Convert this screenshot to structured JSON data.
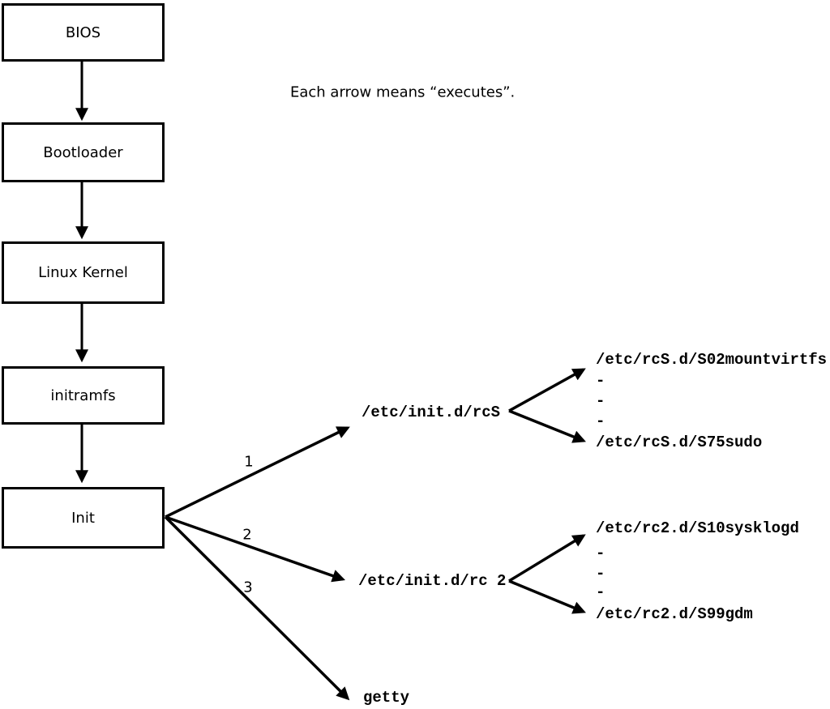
{
  "title": "Each arrow means “executes”.",
  "boxes": [
    "BIOS",
    "Bootloader",
    "Linux Kernel",
    "initramfs",
    "Init"
  ],
  "arrow_labels": [
    "1",
    "2",
    "3"
  ],
  "scripts": {
    "rcs": "/etc/init.d/rcS",
    "rc2": "/etc/init.d/rc 2",
    "getty": "getty"
  },
  "rcs_children": [
    "/etc/rcS.d/S02mountvirtfs",
    "-",
    "-",
    "-",
    "/etc/rcS.d/S75sudo"
  ],
  "rc2_children": [
    "/etc/rc2.d/S10sysklogd",
    "-",
    "-",
    "-",
    "/etc/rc2.d/S99gdm"
  ],
  "colors": {
    "line": "#000000",
    "background": "#ffffff"
  }
}
